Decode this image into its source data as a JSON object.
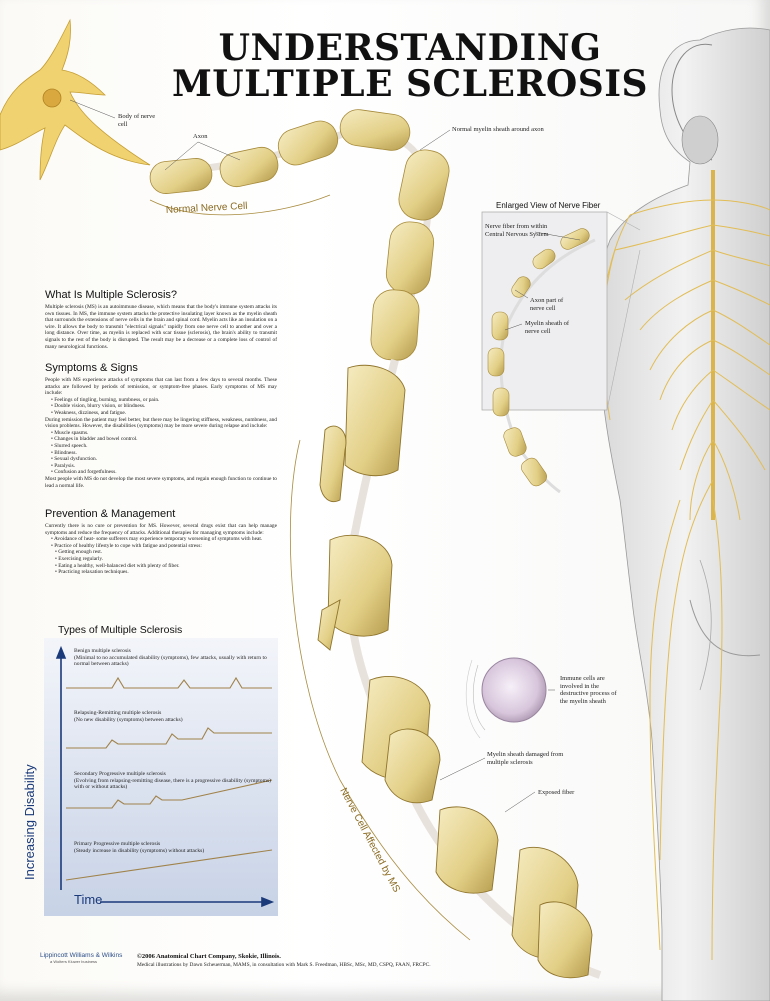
{
  "title": {
    "line1": "UNDERSTANDING",
    "line2": "MULTIPLE SCLEROSIS"
  },
  "labels": {
    "body_of_nerve_cell": "Body of nerve cell",
    "axon": "Axon",
    "normal_myelin": "Normal myelin sheath around axon",
    "normal_nerve_cell": "Normal Nerve Cell",
    "affected_nerve_cell": "Nerve Cell Affected by MS",
    "enlarged_view": "Enlarged View of Nerve Fiber",
    "fiber_cns": "Nerve fiber from within Central Nervous System",
    "axon_part": "Axon part of nerve cell",
    "myelin_sheath": "Myelin sheath of nerve cell",
    "immune_cells": "Immune cells are involved in the destructive process of the myelin sheath",
    "myelin_damaged": "Myelin sheath damaged from multiple sclerosis",
    "exposed_fiber": "Exposed fiber"
  },
  "what_is": {
    "heading": "What Is Multiple Sclerosis?",
    "body": "Multiple sclerosis (MS) is an autoimmune disease, which means that the body's immune system attacks its own tissues. In MS, the immune system attacks the protective insulating layer known as the myelin sheath that surrounds the extensions of nerve cells in the brain and spinal cord. Myelin acts like an insulation on a wire. It allows the body to transmit \"electrical signals\" rapidly from one nerve cell to another and over a long distance. Over time, as myelin is replaced with scar tissue (sclerosis), the brain's ability to transmit signals to the rest of the body is disrupted. The result may be a decrease or a complete loss of control of many neurological functions."
  },
  "symptoms": {
    "heading": "Symptoms & Signs",
    "intro": "People with MS experience attacks of symptoms that can last from a few days to several months. These attacks are followed by periods of remission, or symptom-free phases. Early symptoms of MS may include:",
    "early": [
      "Feelings of tingling, burning, numbness, or pain.",
      "Double vision, blurry vision, or blindness.",
      "Weakness, dizziness, and fatigue."
    ],
    "middle": "During remission the patient may feel better, but there may be lingering stiffness, weakness, numbness, and vision problems. However, the disabilities (symptoms) may be more severe during relapse and include:",
    "severe": [
      "Muscle spasms.",
      "Changes in bladder and bowel control.",
      "Slurred speech.",
      "Blindness.",
      "Sexual dysfunction.",
      "Paralysis.",
      "Confusion and forgetfulness."
    ],
    "outro": "Most people with MS do not develop the most severe symptoms, and regain enough function to continue to lead a normal life."
  },
  "prevention": {
    "heading": "Prevention & Management",
    "intro": "Currently there is no cure or prevention for MS. However, several drugs exist that can help manage symptoms and reduce the frequency of attacks. Additional therapies for managing symptoms include:",
    "items": [
      "Avoidance of heat- some sufferers may experience temporary worsening of symptoms with heat.",
      "Practice of healthy lifestyle to cope with fatigue and potential stress:"
    ],
    "sub_items": [
      "Getting enough rest.",
      "Exercising regularly.",
      "Eating a healthy, well-balanced diet with plenty of fiber.",
      "Practicing relaxation techniques."
    ]
  },
  "types": {
    "heading": "Types of Multiple Sclerosis",
    "ylabel": "Increasing Disability",
    "xlabel": "Time",
    "items": [
      {
        "name": "Benign multiple sclerosis",
        "desc": "(Minimal to no accumulated disability (symptoms), few attacks, usually with return to normal between attacks)"
      },
      {
        "name": "Relapsing-Remitting multiple sclerosis",
        "desc": "(No new disability (symptoms) between attacks)"
      },
      {
        "name": "Secondary Progressive multiple sclerosis",
        "desc": "(Evolving from relapsing-remitting disease, there is a progressive disability (symptoms) with or without attacks)"
      },
      {
        "name": "Primary Progressive multiple sclerosis",
        "desc": "(Steady increase in disability (symptoms) without attacks)"
      }
    ]
  },
  "footer": {
    "publisher": "Lippincott Williams & Wilkins",
    "publisher_sub": "a Wolters Kluwer business",
    "copyright": "©2006 Anatomical Chart Company, Skokie, Illinois.",
    "credit": "Medical illustrations by Dawn Scheuerman, MAMS, in consultation with Mark S. Freedman, HBSc, MSc, MD, CSPQ, FAAN, FRCPC."
  },
  "colors": {
    "myelin": "#e9d89a",
    "myelin_dark": "#b9a254",
    "axon": "#e8e2dc",
    "nerve_yellow": "#e8c45a",
    "chart_blue": "#1a3a7a",
    "chart_line": "#a0824a"
  }
}
